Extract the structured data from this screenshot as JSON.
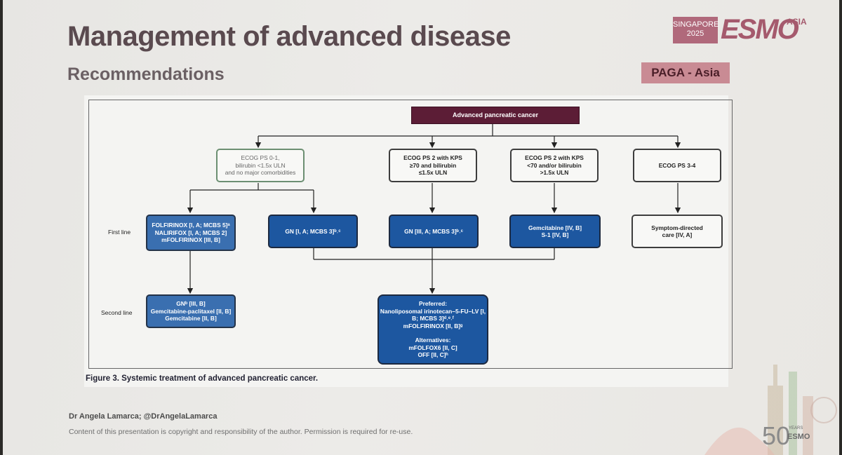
{
  "slide": {
    "title": "Management of advanced disease",
    "subtitle": "Recommendations",
    "tag": "PAGA - Asia",
    "logo": {
      "location": "SINGAPORE",
      "year": "2025",
      "brand": "ESMO",
      "region": "ASIA"
    },
    "anniversary": {
      "number": "50",
      "label": "YEARS",
      "brand": "ESMO"
    },
    "footer": {
      "author": "Dr Angela Lamarca; @DrAngelaLamarca",
      "copyright": "Content of this presentation is copyright and responsibility of the author. Permission is required for re-use."
    },
    "colors": {
      "title": "#5a4a4f",
      "tag_bg": "#c98b94",
      "top_box": "#5c1d36",
      "treatment_box": "#1d57a0"
    }
  },
  "figure": {
    "caption": "Figure 3.  Systemic treatment of advanced pancreatic cancer.",
    "row_labels": {
      "first": "First line",
      "second": "Second line"
    },
    "root": "Advanced pancreatic cancer",
    "groups": [
      [
        "ECOG PS 0-1,",
        "bilirubin <1.5x ULN",
        "and no major comorbidities"
      ],
      [
        "ECOG PS 2 with KPS",
        "≥70 and bilirubin",
        "≤1.5x ULN"
      ],
      [
        "ECOG PS 2 with KPS",
        "<70 and/or bilirubin",
        ">1.5x ULN"
      ],
      [
        "ECOG PS 3-4"
      ]
    ],
    "first_line": [
      [
        "FOLFIRINOX [I, A; MCBS 5]ᵃ",
        "NALIRIFOX [I, A; MCBS 2]",
        "mFOLFIRINOX [III, B]"
      ],
      [
        "GN [I, A; MCBS 3]ᵇ˒ᶜ"
      ],
      [
        "GN [III, A; MCBS 3]ᵇ˒ᶜ"
      ],
      [
        "Gemcitabine [IV, B]",
        "S-1 [IV, B]"
      ],
      [
        "Symptom-directed",
        "care [IV, A]"
      ]
    ],
    "second_line": [
      [
        "GNᵇ [III, B]",
        "Gemcitabine-paclitaxel [II, B]",
        "Gemcitabine [II, B]"
      ],
      [
        "Preferred:",
        "Nanoliposomal irinotecan–5-FU–LV [I,",
        "B; MCBS 3]ᵈ˒ᵉ˒ᶠ",
        "mFOLFIRINOX [II, B]ᵍ",
        "",
        "Alternatives:",
        "mFOLFOX6 [II, C]",
        "OFF [II, C]ʰ"
      ]
    ]
  }
}
